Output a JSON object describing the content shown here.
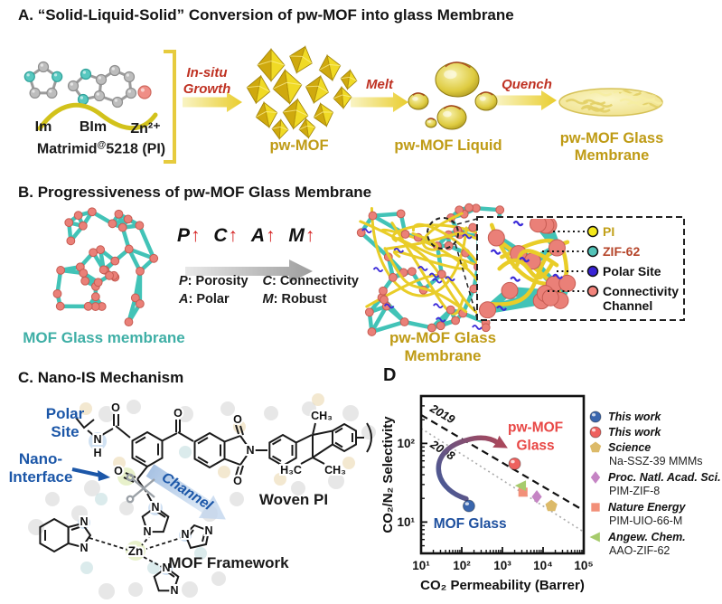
{
  "panelA": {
    "title": "A. “Solid-Liquid-Solid” Conversion of pw-MOF into glass Membrane",
    "mol_labels": {
      "im": "Im",
      "bim": "BIm",
      "zn": "Zn²⁺",
      "matrimid_pre": "Matrimid",
      "matrimid_sup": "@",
      "matrimid_post": "5218 (PI)"
    },
    "steps": {
      "growth_l1": "In-situ",
      "growth_l2": "Growth",
      "melt": "Melt",
      "quench": "Quench"
    },
    "products": {
      "pwmof": "pw-MOF",
      "liquid": "pw-MOF Liquid",
      "glass_l1": "pw-MOF Glass",
      "glass_l2": "Membrane"
    }
  },
  "panelB": {
    "title": "B. Progressiveness of pw-MOF Glass Membrane",
    "boost": [
      "P",
      "C",
      "A",
      "M"
    ],
    "arrow_char": "↑",
    "def_sep": ": ",
    "defs": [
      {
        "k": "P",
        "v": "Porosity"
      },
      {
        "k": "C",
        "v": "Connectivity"
      },
      {
        "k": "A",
        "v": "Polar"
      },
      {
        "k": "M",
        "v": "Robust"
      }
    ],
    "left_label": "MOF Glass membrane",
    "right_label": "pw-MOF Glass Membrane",
    "inset_legend": [
      {
        "label": "PI",
        "dot": "#f4e81a",
        "text_color": "#c2a019"
      },
      {
        "label": "ZIF-62",
        "dot": "#52c3b8",
        "text_color": "#b5452a"
      },
      {
        "label": "Polar Site",
        "dot": "#3823d6",
        "text_color": "#111111"
      },
      {
        "label": "Connectivity Channel",
        "dot": "#f2837b",
        "text_color": "#111111"
      }
    ]
  },
  "panelC": {
    "title": "C. Nano-IS Mechanism",
    "labels": {
      "polar_l1": "Polar",
      "polar_l2": "Site",
      "nano_l1": "Nano-",
      "nano_l2": "Interface",
      "channel": "Channel",
      "woven": "Woven PI",
      "framework": "MOF Framework"
    },
    "atoms": {
      "N": "N",
      "H": "H",
      "O": "O",
      "Zn": "Zn",
      "CH3": "CH₃",
      "H3C": "H₃C"
    }
  },
  "panelD": {
    "label": "D"
  },
  "chart_data": {
    "type": "scatter",
    "xlabel": "CO₂ Permeability (Barrer)",
    "ylabel": "CO₂/N₂ Selectivity",
    "xscale": "log",
    "yscale": "log",
    "xlim": [
      10,
      100000
    ],
    "ylim": [
      4,
      400
    ],
    "xticks": [
      10,
      100,
      1000,
      10000,
      100000
    ],
    "xtick_labels": [
      "10¹",
      "10²",
      "10³",
      "10⁴",
      "10⁵"
    ],
    "yticks": [
      10,
      100
    ],
    "ytick_labels": [
      "10¹",
      "10²"
    ],
    "grid": false,
    "legend_position": "right",
    "bounds": [
      {
        "label": "2019",
        "from": [
          10,
          230
        ],
        "to": [
          100000,
          14
        ],
        "style": "dashed",
        "color": "#111111"
      },
      {
        "label": "2008",
        "from": [
          10,
          155
        ],
        "to": [
          100000,
          7.5
        ],
        "style": "dotted",
        "color": "#a9a9a9"
      }
    ],
    "series": [
      {
        "name": "This work",
        "sub": "",
        "marker": "sphere",
        "color": "#3a66ad",
        "x": 150,
        "y": 16
      },
      {
        "name": "This work",
        "sub": "",
        "marker": "sphere",
        "color": "#ee615e",
        "x": 2000,
        "y": 55
      },
      {
        "name": "Science",
        "sub": "Na-SSZ-39 MMMs",
        "marker": "pentagon",
        "color": "#dcba69",
        "x": 16000,
        "y": 16
      },
      {
        "name": "Proc. Natl. Acad. Sci.",
        "sub": "PIM-ZIF-8",
        "marker": "diamond",
        "color": "#c584c4",
        "x": 7000,
        "y": 21
      },
      {
        "name": "Nature Energy",
        "sub": "PIM-UIO-66-M",
        "marker": "square",
        "color": "#f29079",
        "x": 3200,
        "y": 24
      },
      {
        "name": "Angew. Chem.",
        "sub": "AAO-ZIF-62",
        "marker": "triangle-left",
        "color": "#a6cb6c",
        "x": 2900,
        "y": 29
      }
    ],
    "annotations": [
      {
        "text": "pw-MOF\nGlass",
        "x": 6500,
        "y": 140,
        "color": "#e84745"
      },
      {
        "text": "MOF Glass",
        "x": 160,
        "y": 8.4,
        "color": "#1d4f9e"
      }
    ],
    "trend_arrow": {
      "color_from": "#3a5c9e",
      "color_to": "#a8485c"
    }
  }
}
